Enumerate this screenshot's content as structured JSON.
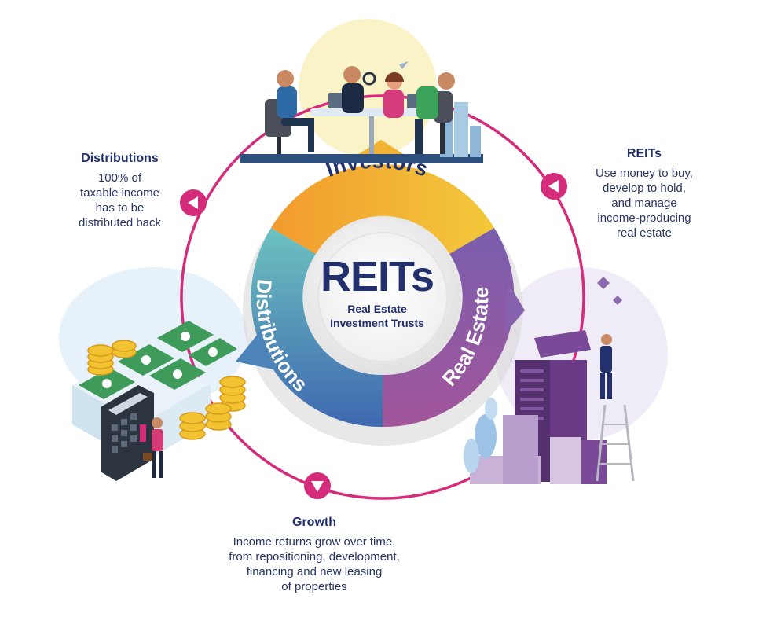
{
  "center": {
    "title": "REITs",
    "subtitle_line1": "Real Estate",
    "subtitle_line2": "Investment Trusts"
  },
  "segments": {
    "investors": "Investors",
    "real_estate": "Real Estate",
    "distributions": "Distributions"
  },
  "annotations": {
    "distributions": {
      "title": "Distributions",
      "lines": [
        "100% of",
        "taxable income",
        "has to be",
        "distributed back"
      ]
    },
    "reits": {
      "title": "REITs",
      "lines": [
        "Use money to buy,",
        "develop to hold,",
        "and manage",
        "income-producing",
        "real estate"
      ]
    },
    "growth": {
      "title": "Growth",
      "lines": [
        "Income returns grow over time,",
        "from repositioning, development,",
        "financing and new leasing",
        "of properties"
      ]
    }
  },
  "colors": {
    "cycle_ring": "#d42b7b",
    "investors_segment": "#f0a832",
    "real_estate_segment": "#8a5aa8",
    "distributions_segment": "#4a8fb8",
    "text_navy": "#23306e"
  },
  "icons": {
    "left_marker": "arrow-left-icon",
    "right_marker": "arrow-left-icon",
    "bottom_marker": "arrow-down-icon"
  }
}
